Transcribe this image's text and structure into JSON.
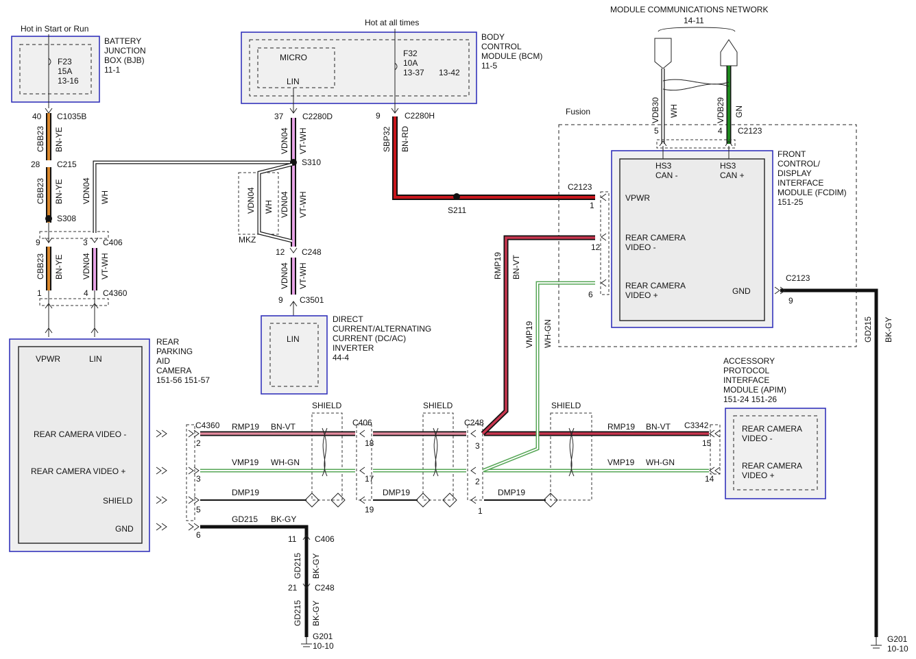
{
  "header": {
    "hot_run": "Hot in Start or Run",
    "hot_always": "Hot at all times",
    "mcn_title": "MODULE COMMUNICATIONS NETWORK",
    "mcn_ref": "14-11",
    "fusion": "Fusion",
    "mkz": "MKZ"
  },
  "bjb": {
    "name": [
      "BATTERY",
      "JUNCTION",
      "BOX (BJB)",
      "11-1"
    ],
    "fuse": [
      "F23",
      "15A",
      "13-16"
    ]
  },
  "bcm": {
    "name": [
      "BODY",
      "CONTROL",
      "MODULE (BCM)",
      "11-5"
    ],
    "micro": "MICRO",
    "lin": "LIN",
    "fuse": [
      "F32",
      "10A",
      "13-37",
      "13-42"
    ]
  },
  "fcdim": {
    "name": [
      "FRONT",
      "CONTROL/",
      "DISPLAY",
      "INTERFACE",
      "MODULE (FCDIM)",
      "151-25"
    ],
    "pins": [
      "VPWR",
      "REAR CAMERA",
      "VIDEO -",
      "REAR CAMERA",
      "VIDEO +",
      "GND"
    ],
    "can": [
      "HS3",
      "CAN -",
      "HS3",
      "CAN +"
    ]
  },
  "camera": {
    "name": [
      "REAR",
      "PARKING",
      "AID",
      "CAMERA",
      "151-56  151-57"
    ],
    "pins": [
      "VPWR",
      "LIN",
      "REAR CAMERA VIDEO -",
      "REAR CAMERA VIDEO +",
      "SHIELD",
      "GND"
    ]
  },
  "inverter": {
    "name": [
      "DIRECT",
      "CURRENT/ALTERNATING",
      "CURRENT (DC/AC)",
      "INVERTER",
      "44-4"
    ],
    "lin": "LIN"
  },
  "apim": {
    "name": [
      "ACCESSORY",
      "PROTOCOL",
      "INTERFACE",
      "MODULE (APIM)",
      "151-24  151-26"
    ],
    "pins": [
      "REAR CAMERA",
      "VIDEO -",
      "REAR CAMERA",
      "VIDEO +"
    ]
  },
  "connectors": {
    "c1035b": "C1035B",
    "c215": "C215",
    "s308": "S308",
    "c406": "C406",
    "c4360": "C4360",
    "c2280d": "C2280D",
    "c2280h": "C2280H",
    "s310": "S310",
    "c248": "C248",
    "c3501": "C3501",
    "s211": "S211",
    "c2123": "C2123",
    "c3342": "C3342",
    "g201": "G201",
    "g201_ref": "10-10",
    "shield": "SHIELD"
  },
  "wires": {
    "cbb23": "CBB23",
    "bn_ye": "BN-YE",
    "vdn04": "VDN04",
    "wh": "WH",
    "vt_wh": "VT-WH",
    "sbp32": "SBP32",
    "bn_rd": "BN-RD",
    "rmp19": "RMP19",
    "bn_vt": "BN-VT",
    "vmp19": "VMP19",
    "wh_gn": "WH-GN",
    "dmp19": "DMP19",
    "gd215": "GD215",
    "bk_gy": "BK-GY",
    "vdb30": "VDB30",
    "vdb29": "VDB29",
    "gn": "GN"
  },
  "pins": {
    "p40": "40",
    "p28": "28",
    "p9": "9",
    "p3": "3",
    "p1": "1",
    "p4": "4",
    "p37": "37",
    "p12": "12",
    "p5": "5",
    "p6": "6",
    "p2": "2",
    "p18": "18",
    "p17": "17",
    "p19": "19",
    "p15": "15",
    "p14": "14",
    "p11": "11",
    "p21": "21"
  },
  "colors": {
    "bn_ye": "#d9872b",
    "vt_wh": "#e7a3e6",
    "bn_rd": "#c8161c",
    "bn_vt": "#c8364f",
    "wh_gn": "#56a656",
    "bk_gy": "#111111",
    "gn": "#1e8a1e",
    "module_border": "#3333bb"
  }
}
